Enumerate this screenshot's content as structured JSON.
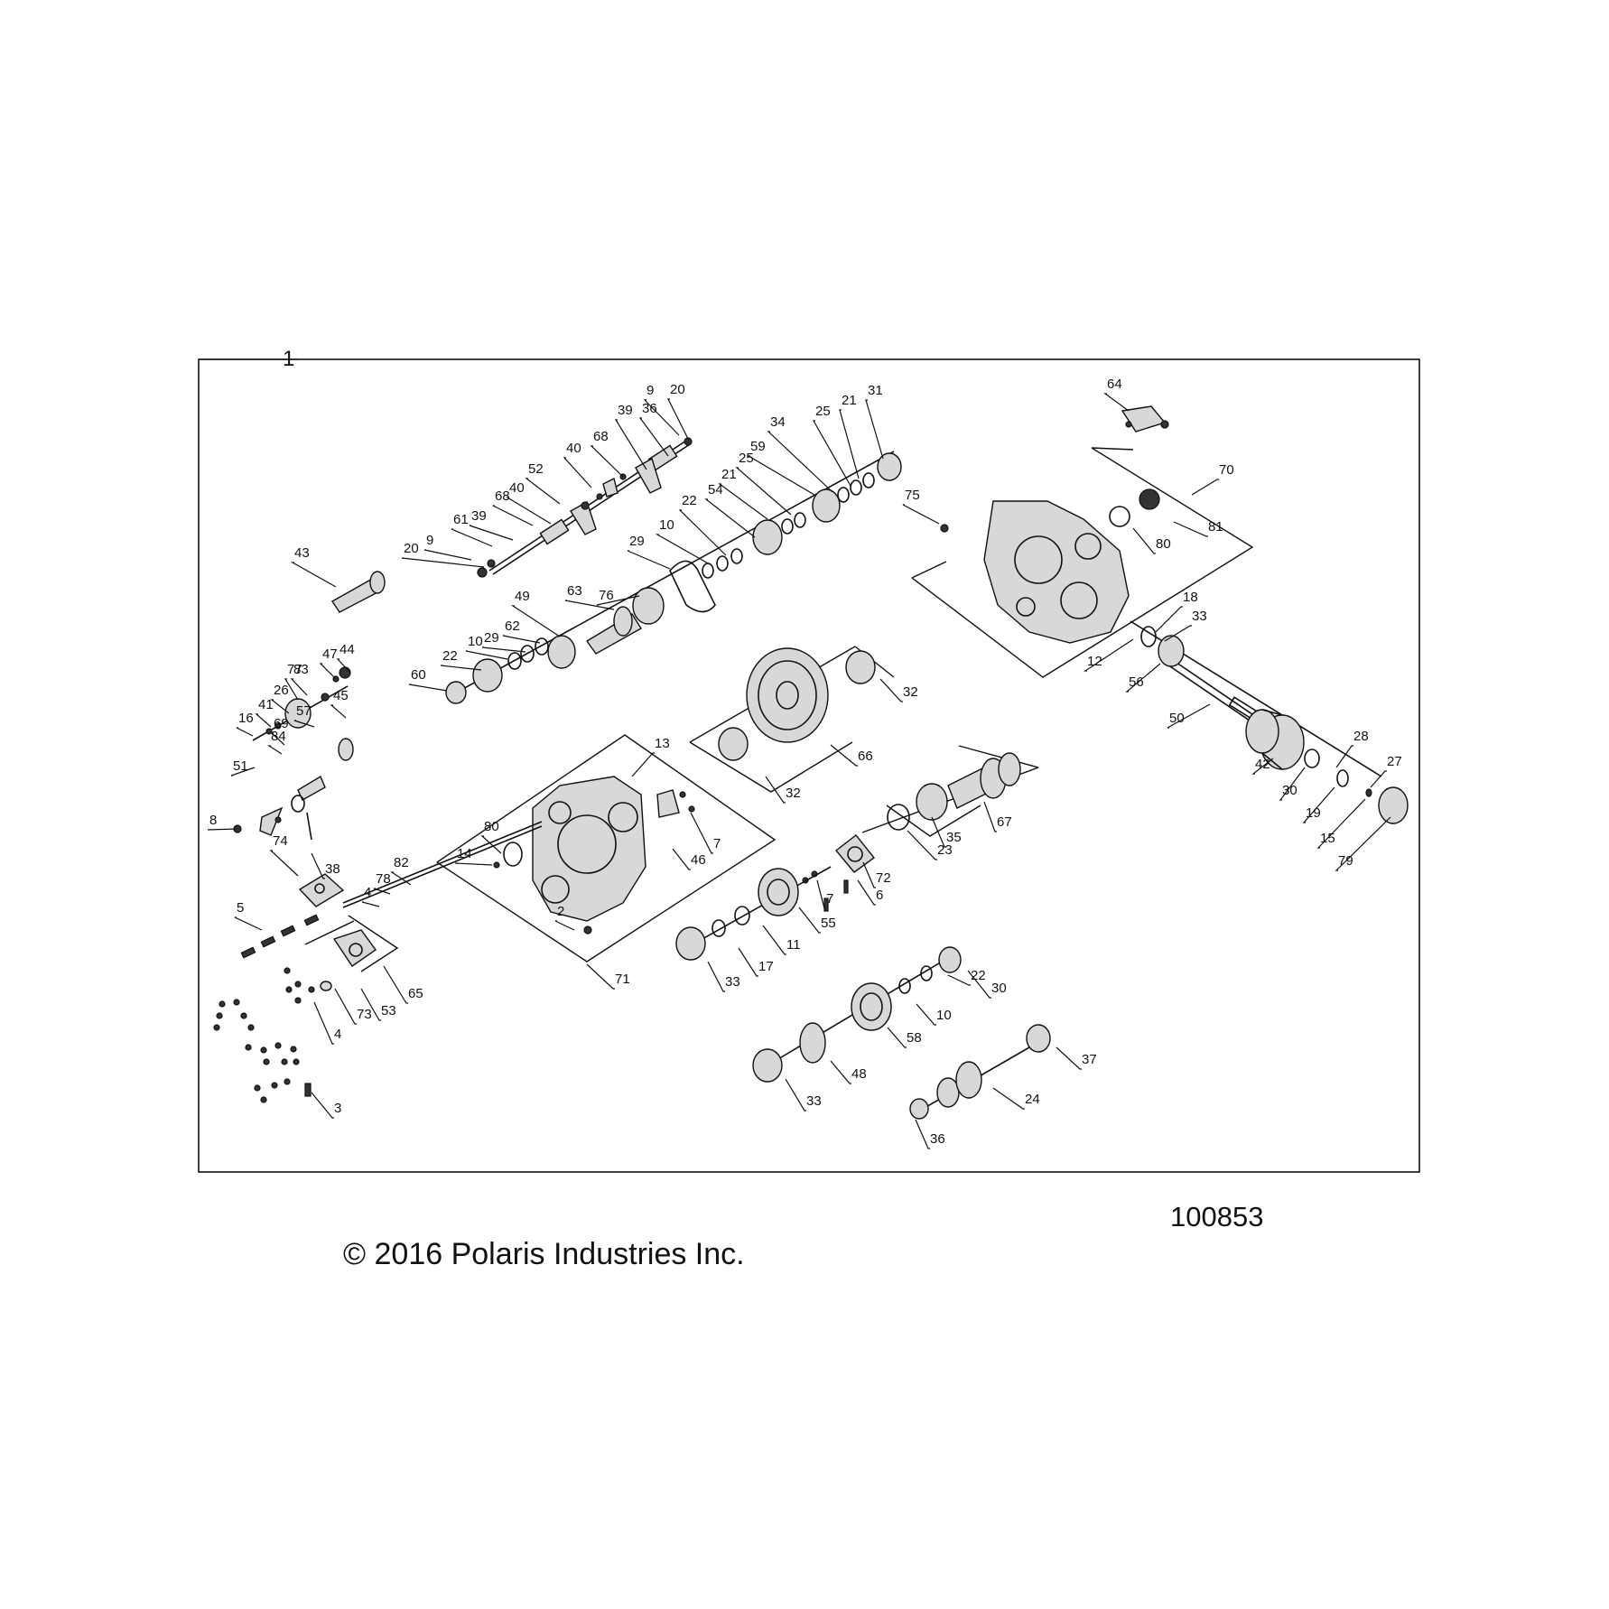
{
  "diagram": {
    "assembly_label": "1",
    "drawing_number": "100853",
    "copyright": "© 2016 Polaris Industries Inc.",
    "callouts": [
      "64",
      "70",
      "81",
      "80",
      "75",
      "18",
      "33",
      "12",
      "56",
      "50",
      "42",
      "28",
      "27",
      "30",
      "19",
      "15",
      "79",
      "9",
      "20",
      "31",
      "21",
      "25",
      "34",
      "59",
      "25",
      "21",
      "54",
      "22",
      "10",
      "29",
      "76",
      "63",
      "49",
      "62",
      "29",
      "10",
      "22",
      "60",
      "36",
      "39",
      "68",
      "40",
      "52",
      "40",
      "68",
      "39",
      "61",
      "9",
      "20",
      "43",
      "44",
      "47",
      "83",
      "77",
      "26",
      "41",
      "16",
      "45",
      "57",
      "69",
      "84",
      "51",
      "8",
      "38",
      "13",
      "46",
      "7",
      "80",
      "14",
      "2",
      "71",
      "74",
      "82",
      "78",
      "4",
      "5",
      "65",
      "53",
      "73",
      "4",
      "3",
      "32",
      "66",
      "32",
      "67",
      "35",
      "23",
      "72",
      "6",
      "7",
      "55",
      "11",
      "17",
      "33",
      "30",
      "22",
      "10",
      "58",
      "48",
      "33",
      "37",
      "24",
      "36"
    ]
  }
}
